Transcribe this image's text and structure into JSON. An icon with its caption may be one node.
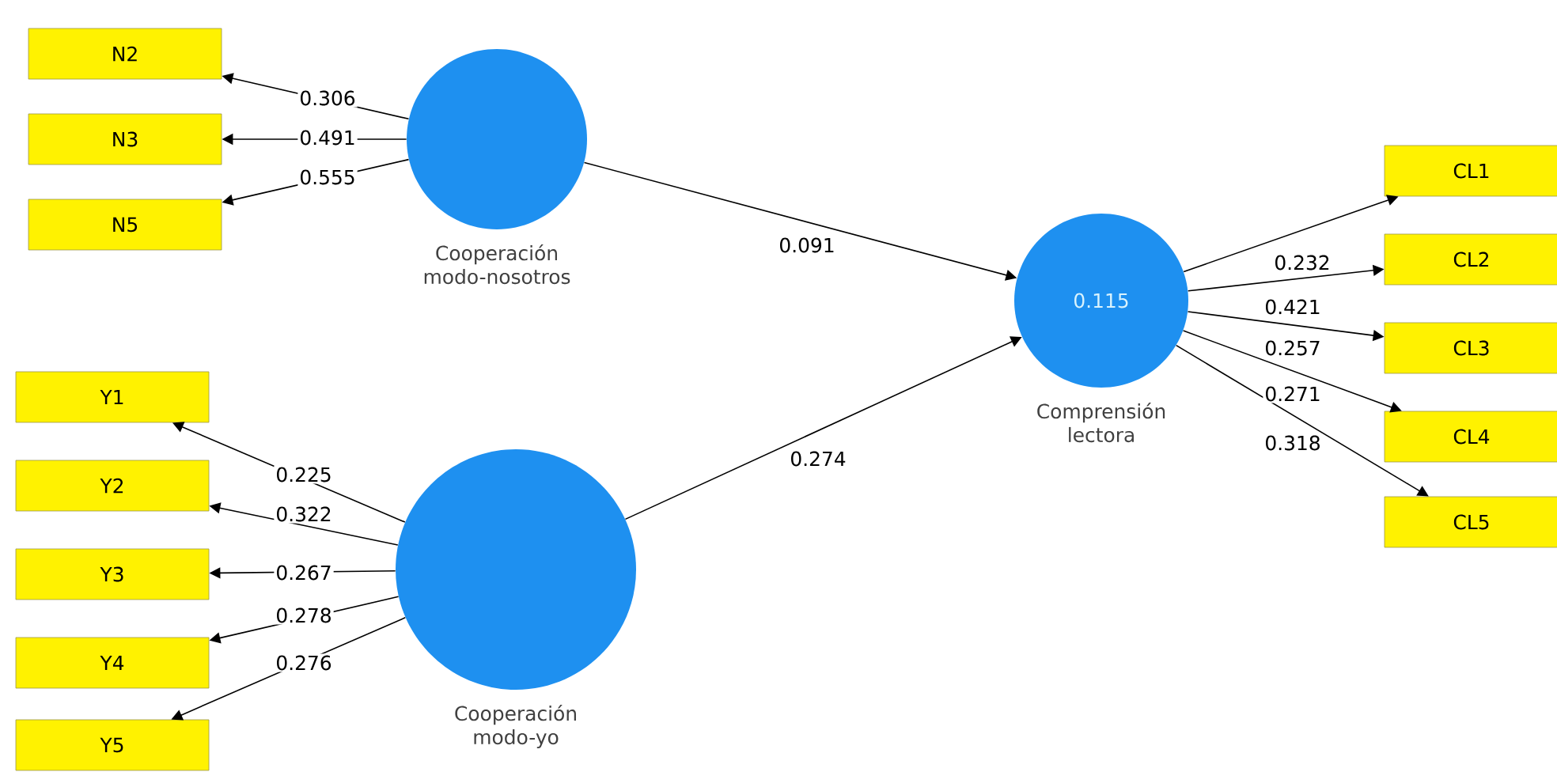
{
  "diagram": {
    "nodes": [
      {
        "text": [
          "N2"
        ]
      },
      {
        "text": [
          "N3"
        ]
      },
      {
        "text": [
          "N5"
        ]
      },
      {
        "text": [
          "Cooperación modo-nosotros"
        ]
      },
      {
        "text": [
          "Y1"
        ]
      },
      {
        "text": [
          "Y2"
        ]
      },
      {
        "text": [
          "Y3"
        ]
      },
      {
        "text": [
          "Y4"
        ]
      },
      {
        "text": [
          "Y5"
        ]
      },
      {
        "text": [
          "Cooperación modo-yo"
        ]
      },
      {
        "text": [
          "0.115",
          "Comprensión lectora"
        ]
      },
      {
        "text": [
          "CL1"
        ]
      },
      {
        "text": [
          "CL2"
        ]
      },
      {
        "text": [
          "CL3"
        ]
      },
      {
        "text": [
          "CL4"
        ]
      },
      {
        "text": [
          "CL5"
        ]
      }
    ],
    "edges": [
      {
        "from": 3,
        "to": 0,
        "arrow": "to",
        "label": "0.306"
      },
      {
        "from": 3,
        "to": 1,
        "arrow": "to",
        "label": "0.491"
      },
      {
        "from": 3,
        "to": 2,
        "arrow": "to",
        "label": "0.555"
      },
      {
        "from": 9,
        "to": 4,
        "arrow": "to",
        "label": "0.225"
      },
      {
        "from": 9,
        "to": 5,
        "arrow": "to",
        "label": "0.322"
      },
      {
        "from": 9,
        "to": 6,
        "arrow": "to",
        "label": "0.267"
      },
      {
        "from": 9,
        "to": 7,
        "arrow": "to",
        "label": "0.278"
      },
      {
        "from": 9,
        "to": 8,
        "arrow": "to",
        "label": "0.276"
      },
      {
        "from": 3,
        "to": 10,
        "arrow": "to",
        "label": "0.091"
      },
      {
        "from": 9,
        "to": 10,
        "arrow": "to",
        "label": "0.274"
      },
      {
        "from": 10,
        "to": 11,
        "arrow": "to",
        "label": "0.232"
      },
      {
        "from": 10,
        "to": 12,
        "arrow": "to",
        "label": "0.421"
      },
      {
        "from": 10,
        "to": 13,
        "arrow": "to",
        "label": "0.257"
      },
      {
        "from": 10,
        "to": 14,
        "arrow": "to",
        "label": "0.271"
      },
      {
        "from": 10,
        "to": 15,
        "arrow": "to",
        "label": "0.318"
      }
    ]
  }
}
